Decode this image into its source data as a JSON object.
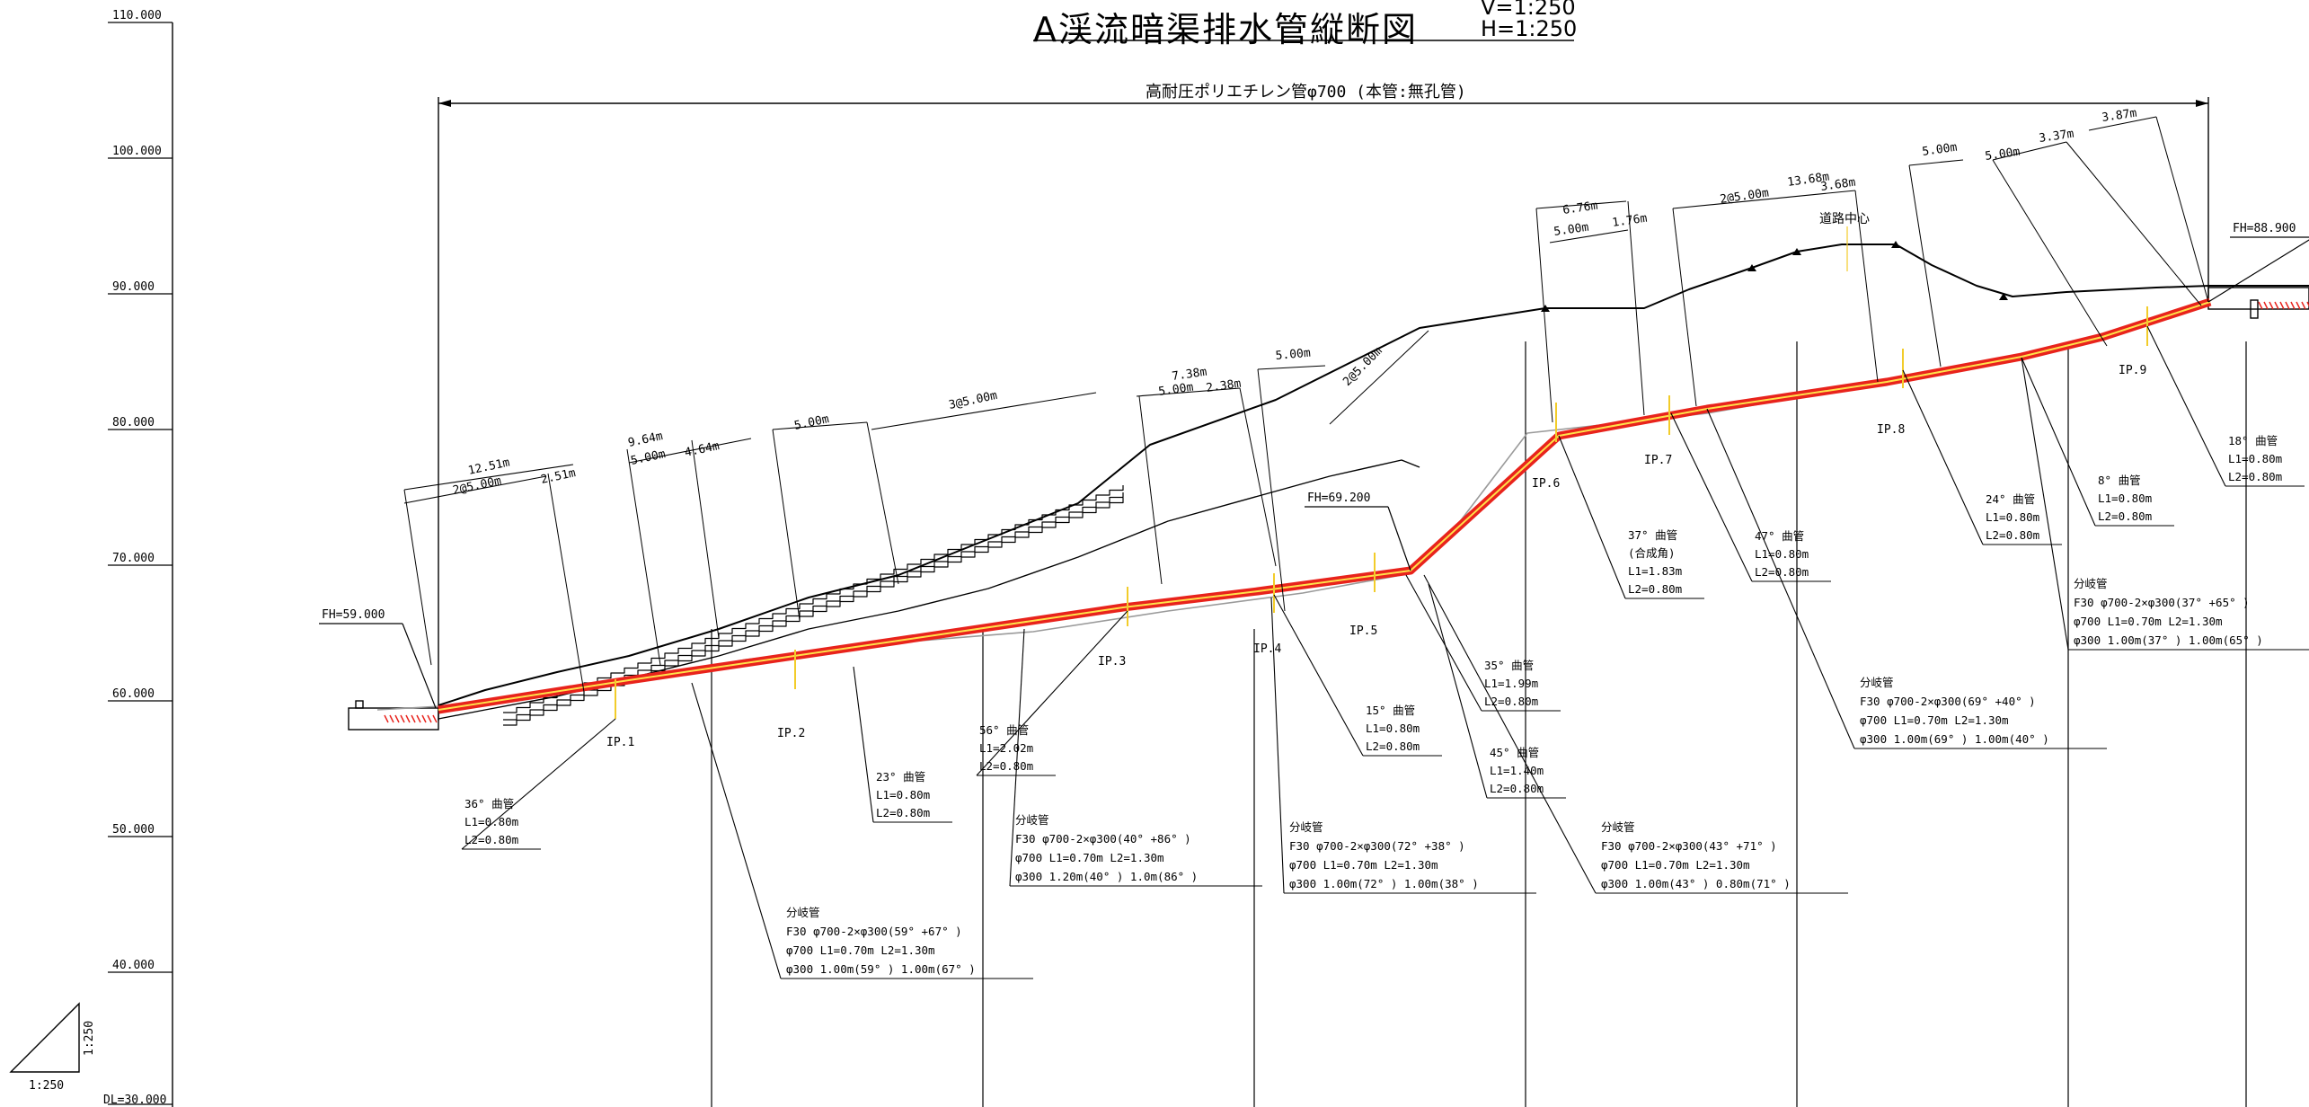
{
  "drawing": {
    "title": "A渓流暗渠排水管縦断図",
    "scale_v": "V=1:250",
    "scale_h": "H=1:250",
    "pipe_label": "高耐圧ポリエチレン管φ700 (本管:無孔管)",
    "datum": "DL=30.000",
    "triangle_scale_bottom": "1:250",
    "triangle_scale_side": "1:250",
    "elevation_levels": [
      {
        "value": 110,
        "label": "110.000"
      },
      {
        "value": 100,
        "label": "100.000"
      },
      {
        "value": 90,
        "label": "90.000"
      },
      {
        "value": 80,
        "label": "80.000"
      },
      {
        "value": 70,
        "label": "70.000"
      },
      {
        "value": 60,
        "label": "60.000"
      },
      {
        "value": 50,
        "label": "50.000"
      },
      {
        "value": 40,
        "label": "40.000"
      }
    ],
    "fh_labels": [
      "FH=59.000",
      "FH=69.200",
      "FH=88.900"
    ],
    "road_center": "道路中心",
    "ip_labels": [
      "IP.1",
      "IP.2",
      "IP.3",
      "IP.4",
      "IP.5",
      "IP.6",
      "IP.7",
      "IP.8",
      "IP.9"
    ],
    "dimension_labels": [
      "12.51m",
      "2@5.00m",
      "2.51m",
      "9.64m",
      "5.00m",
      "4.64m",
      "5.00m",
      "3@5.00m",
      "7.38m",
      "5.00m",
      "2.38m",
      "5.00m",
      "2@5.00m",
      "6.76m",
      "5.00m",
      "1.76m",
      "13.68m",
      "2@5.00m",
      "3.68m",
      "5.00m",
      "5.00m",
      "3.37m",
      "3.87m"
    ],
    "bend_notes": [
      [
        "36° 曲管",
        "L1=0.80m",
        "L2=0.80m"
      ],
      [
        "23° 曲管",
        "L1=0.80m",
        "L2=0.80m"
      ],
      [
        "56° 曲管",
        "L1=2.02m",
        "L2=0.80m"
      ],
      [
        "15° 曲管",
        "L1=0.80m",
        "L2=0.80m"
      ],
      [
        "35° 曲管",
        "L1=1.99m",
        "L2=0.80m"
      ],
      [
        "45° 曲管",
        "L1=1.40m",
        "L2=0.80m"
      ],
      [
        "37° 曲管",
        "(合成角)",
        "L1=1.83m",
        "L2=0.80m"
      ],
      [
        "47° 曲管",
        "L1=0.80m",
        "L2=0.80m"
      ],
      [
        "24° 曲管",
        "L1=0.80m",
        "L2=0.80m"
      ],
      [
        "8° 曲管",
        "L1=0.80m",
        "L2=0.80m"
      ],
      [
        "18° 曲管",
        "L1=0.80m",
        "L2=0.80m"
      ]
    ],
    "branch_notes": [
      [
        "分岐管",
        "F30 φ700-2×φ300(59° +67° )",
        "φ700  L1=0.70m  L2=1.30m",
        "φ300  1.00m(59° )  1.00m(67° )"
      ],
      [
        "分岐管",
        "F30 φ700-2×φ300(40° +86° )",
        "φ700  L1=0.70m  L2=1.30m",
        "φ300  1.20m(40° )  1.0m(86° )"
      ],
      [
        "分岐管",
        "F30 φ700-2×φ300(72° +38° )",
        "φ700  L1=0.70m  L2=1.30m",
        "φ300  1.00m(72° )  1.00m(38° )"
      ],
      [
        "分岐管",
        "F30 φ700-2×φ300(43° +71° )",
        "φ700  L1=0.70m  L2=1.30m",
        "φ300  1.00m(43° )  0.80m(71° )"
      ],
      [
        "分岐管",
        "F30 φ700-2×φ300(69° +40° )",
        "φ700  L1=0.70m  L2=1.30m",
        "φ300  1.00m(69° )  1.00m(40° )"
      ],
      [
        "分岐管",
        "F30 φ700-2×φ300(37° +65° )",
        "φ700  L1=0.70m  L2=1.30m",
        "φ300  1.00m(37° )  1.00m(65° )"
      ]
    ],
    "colors": {
      "pipe": "#e8231c",
      "pipe_center": "#ffe14a",
      "marker": "#f2cc2a",
      "ground": "#000000",
      "existing": "#9a9a9a"
    }
  }
}
